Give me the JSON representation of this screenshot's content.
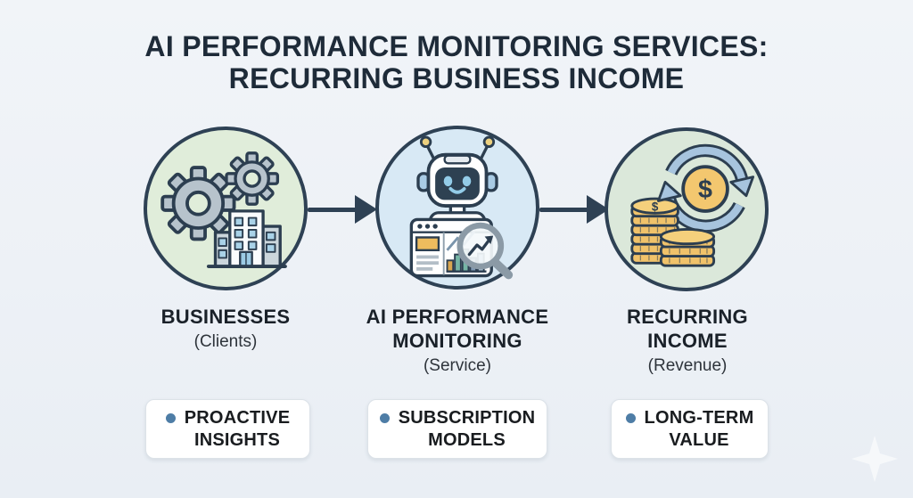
{
  "title": "AI PERFORMANCE MONITORING SERVICES:\nRECURRING BUSINESS INCOME",
  "stages": [
    {
      "name": "BUSINESSES",
      "subtitle": "(Clients)",
      "icon": "gears-building-icon",
      "circle_color": "#e0edda"
    },
    {
      "name": "AI PERFORMANCE\nMONITORING",
      "subtitle": "(Service)",
      "icon": "robot-monitoring-icon",
      "circle_color": "#d8e9f5"
    },
    {
      "name": "RECURRING\nINCOME",
      "subtitle": "(Revenue)",
      "icon": "coins-cycle-icon",
      "circle_color": "#dbe8da"
    }
  ],
  "benefits": [
    {
      "label": "PROACTIVE\nINSIGHTS"
    },
    {
      "label": "SUBSCRIPTION\nMODELS"
    },
    {
      "label": "LONG-TERM\nVALUE"
    }
  ],
  "icons": {
    "dollar_sign": "$"
  },
  "colors": {
    "background": "#eef1f6",
    "outline_navy": "#2e4154",
    "title_text": "#1e2b39",
    "bullet_accent": "#4e7da6",
    "coin_gold": "#f0c26a",
    "cycle_blue": "#a7c4de",
    "circle_green": "#e0edda",
    "circle_blue": "#d8e9f5",
    "card_background": "#ffffff"
  }
}
